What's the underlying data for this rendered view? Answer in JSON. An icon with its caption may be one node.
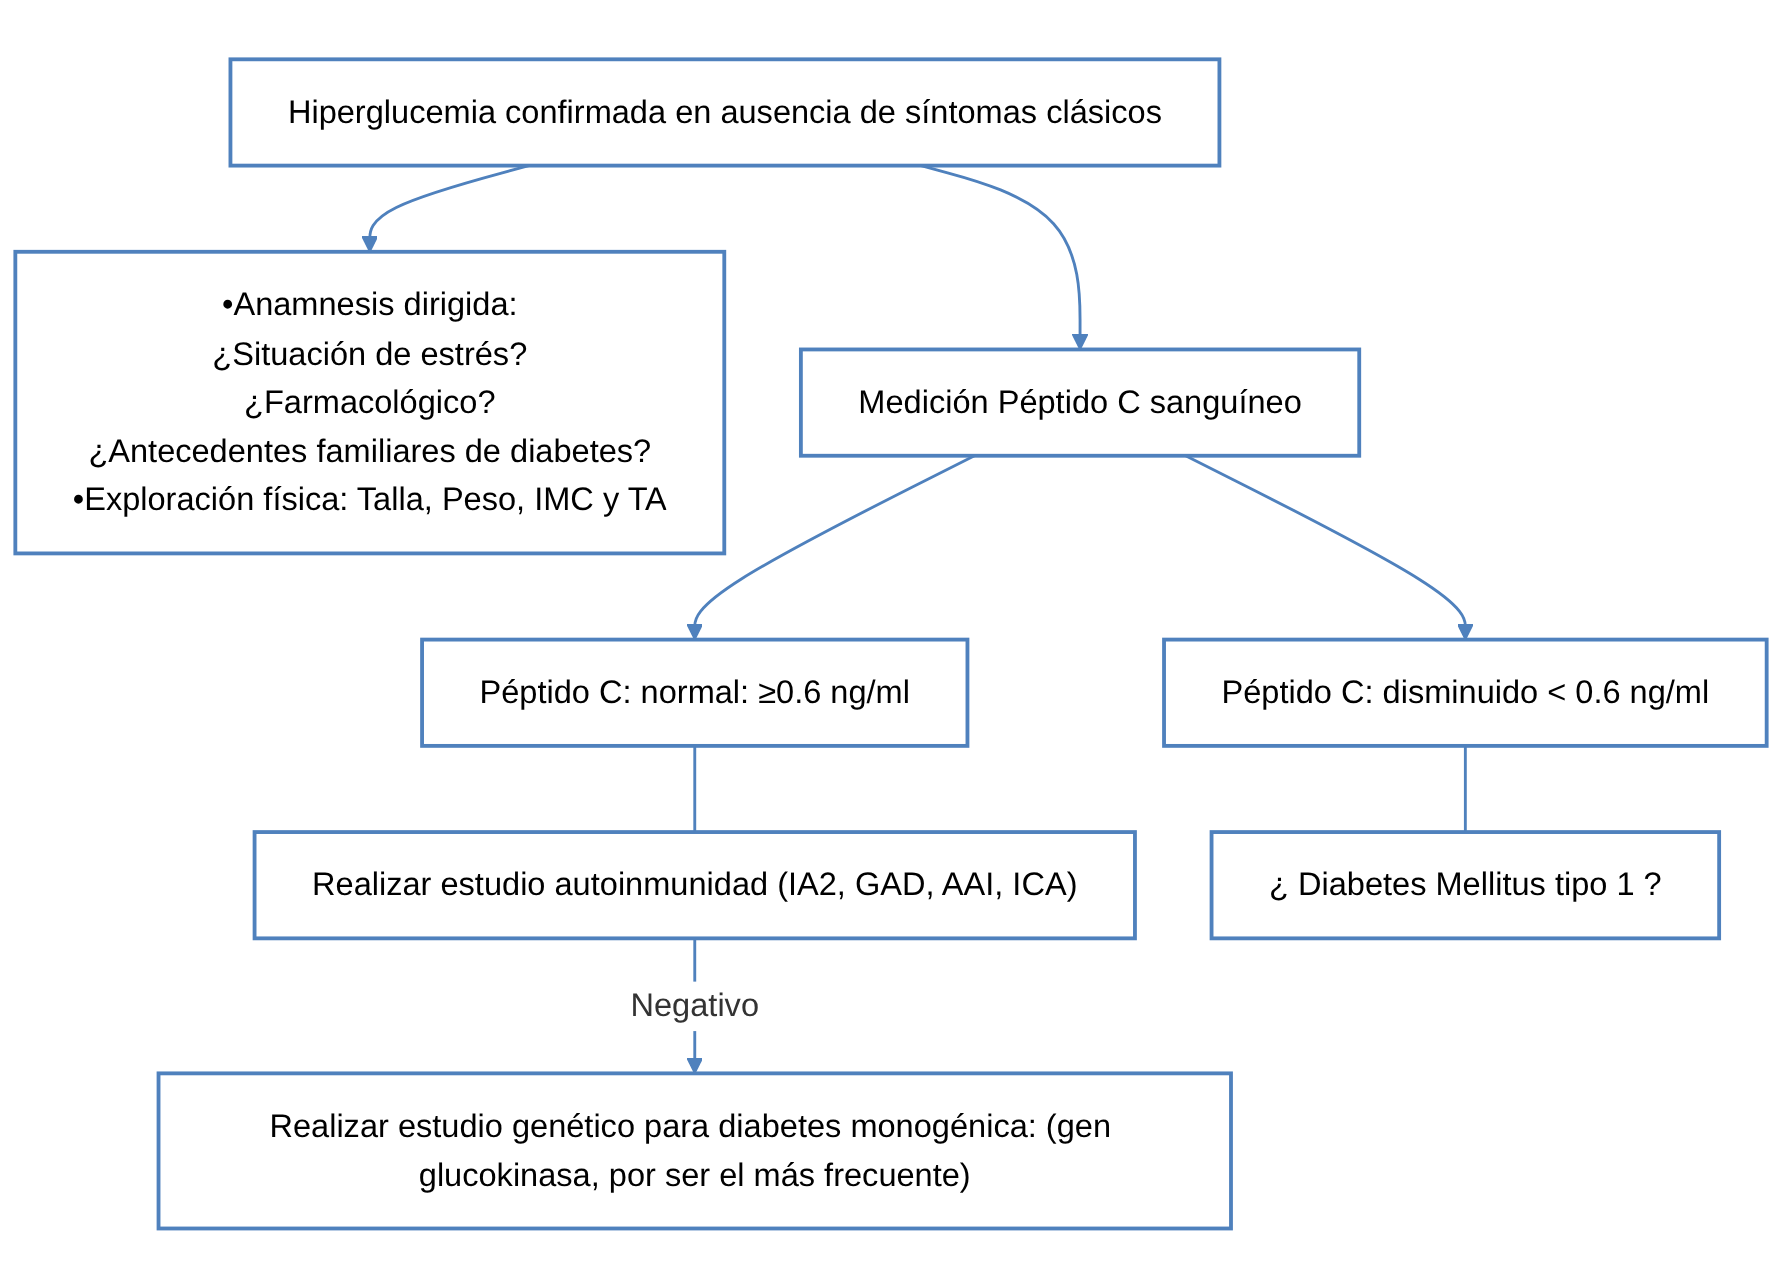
{
  "diagram": {
    "nodes": [
      {
        "text": [
          "Hiperglucemia confirmada en ausencia de síntomas clásicos"
        ]
      },
      {
        "text": [
          "•Anamnesis dirigida:",
          "¿Situación de estrés?",
          "¿Farmacológico?",
          "¿Antecedentes familiares de diabetes?",
          "•Exploración física: Talla, Peso, IMC y TA"
        ]
      },
      {
        "text": [
          "Medición Péptido C sanguíneo"
        ]
      },
      {
        "text": [
          "Péptido C: normal:  ≥0.6 ng/ml"
        ]
      },
      {
        "text": [
          "Péptido C: disminuido < 0.6 ng/ml"
        ]
      },
      {
        "text": [
          "Realizar estudio autoinmunidad (IA2, GAD, AAI, ICA)"
        ]
      },
      {
        "text": [
          "¿ Diabetes Mellitus tipo 1 ?"
        ]
      },
      {
        "text": [
          "Realizar estudio genético para diabetes monogénica: (gen glucokinasa, por ser el más frecuente)"
        ]
      }
    ],
    "edges": [
      {
        "from": 0,
        "to": 1,
        "arrow": "to"
      },
      {
        "from": 0,
        "to": 2,
        "arrow": "to"
      },
      {
        "from": 2,
        "to": 3,
        "arrow": "to"
      },
      {
        "from": 2,
        "to": 4,
        "arrow": "to"
      },
      {
        "from": 3,
        "to": 5,
        "arrow": "none"
      },
      {
        "from": 4,
        "to": 6,
        "arrow": "none"
      },
      {
        "from": 5,
        "to": 7,
        "arrow": "to",
        "label": "Negativo"
      }
    ]
  }
}
